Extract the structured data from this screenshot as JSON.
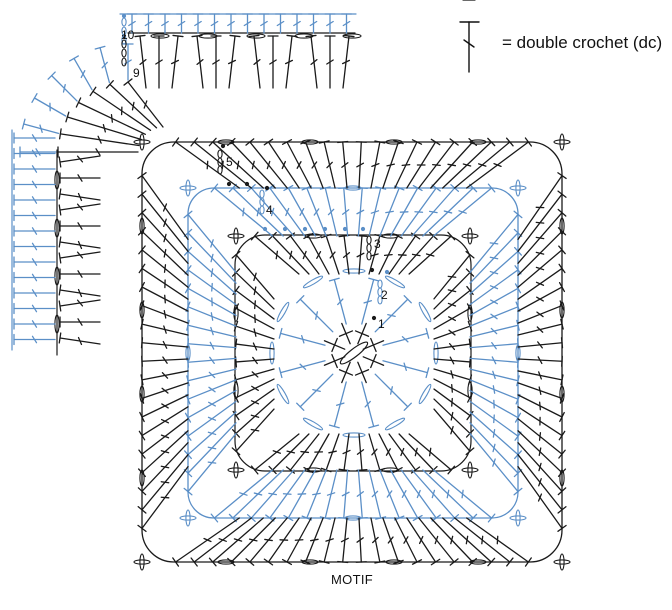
{
  "legend": {
    "symbol_icon": "double-crochet-symbol-icon",
    "text": "= double crochet (dc)"
  },
  "rounds": [
    "1",
    "2",
    "3",
    "4",
    "5",
    "9",
    "10"
  ],
  "caption": "MOTIF",
  "colors": {
    "black": "#1a1a1a",
    "blue": "#5b8fc7"
  }
}
